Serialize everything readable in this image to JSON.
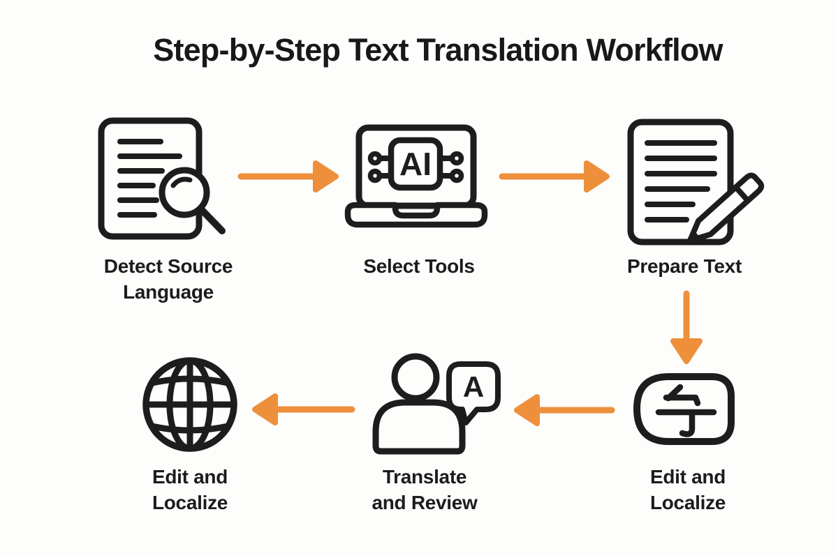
{
  "title": "Step-by-Step Text Translation Workflow",
  "colors": {
    "background": "#fdfdfb",
    "icon_stroke": "#1d1d1d",
    "label_text": "#1c1c1c",
    "arrow": "#ee8f3b"
  },
  "steps": [
    {
      "label": "Detect Source\nLanguage",
      "icon": "document-search-icon"
    },
    {
      "label": "Select Tools",
      "icon": "ai-laptop-icon",
      "chip_text": "AI"
    },
    {
      "label": "Prepare Text",
      "icon": "document-pencil-icon"
    },
    {
      "label": "Edit and\nLocalize",
      "icon": "cjk-character-pill-icon"
    },
    {
      "label": "Translate\nand Review",
      "icon": "person-speech-bubble-icon",
      "bubble_letter": "A"
    },
    {
      "label": "Edit and\nLocalize",
      "icon": "globe-icon"
    }
  ],
  "arrows": [
    {
      "from": "Detect Source Language",
      "to": "Select Tools",
      "direction": "right"
    },
    {
      "from": "Select Tools",
      "to": "Prepare Text",
      "direction": "right"
    },
    {
      "from": "Prepare Text",
      "to": "Edit and Localize",
      "direction": "down"
    },
    {
      "from": "Edit and Localize",
      "to": "Translate and Review",
      "direction": "left"
    },
    {
      "from": "Translate and Review",
      "to": "Edit and Localize",
      "direction": "left"
    }
  ]
}
